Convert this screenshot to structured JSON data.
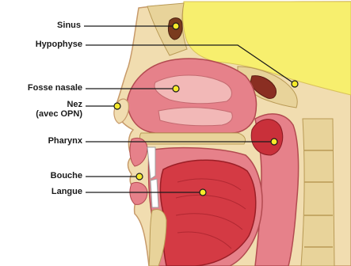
{
  "labels": {
    "sinus": "Sinus",
    "hypophyse": "Hypophyse",
    "fosse_nasale": "Fosse nasale",
    "nez": "Nez",
    "nez_sub": "(avec OPN)",
    "pharynx": "Pharynx",
    "bouche": "Bouche",
    "langue": "Langue"
  },
  "colors": {
    "background": "#ffffff",
    "skull_yellow": "#f7ef6e",
    "skin": "#f1ddb0",
    "bone": "#e8d39a",
    "mucosa": "#e6818a",
    "cavity_light": "#f2b8b7",
    "tongue": "#d43a44",
    "dark_red": "#a3222a",
    "leader_line": "#1a1a1a",
    "marker_fill": "#f6ea2b"
  }
}
